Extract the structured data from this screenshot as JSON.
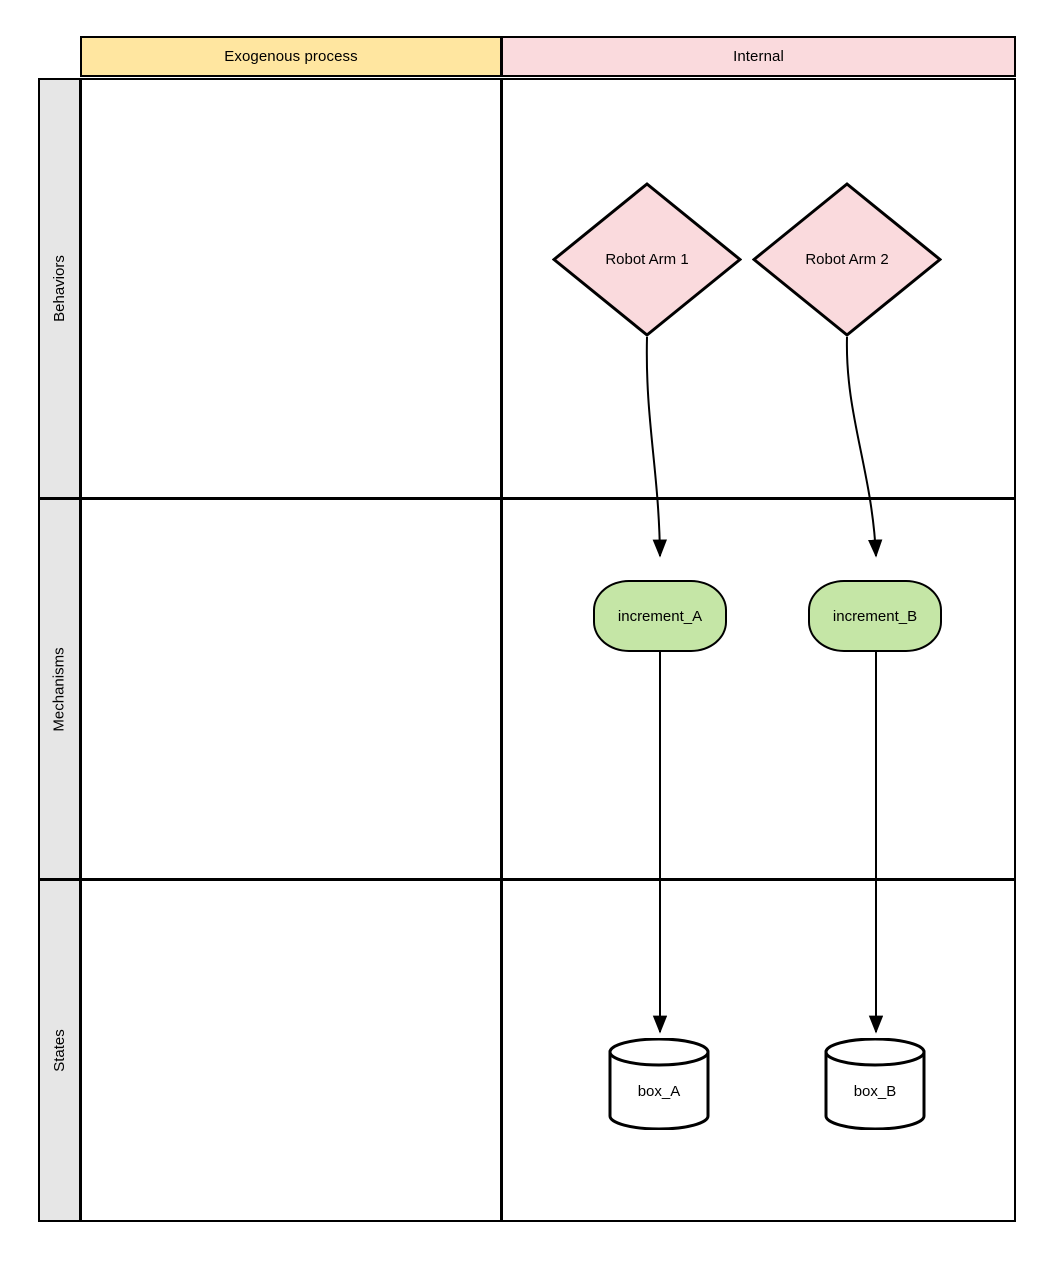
{
  "diagram": {
    "title": "",
    "columns": [
      {
        "id": "exogenous",
        "label": "Exogenous process",
        "color": "#ffe6a0"
      },
      {
        "id": "internal",
        "label": "Internal",
        "color": "#fadadd"
      }
    ],
    "rows": [
      {
        "id": "behaviors",
        "label": "Behaviors",
        "color": "#e6e6e6"
      },
      {
        "id": "mechanisms",
        "label": "Mechanisms",
        "color": "#e6e6e6"
      },
      {
        "id": "states",
        "label": "States",
        "color": "#e6e6e6"
      }
    ],
    "nodes": [
      {
        "id": "robot_arm_1",
        "label": "Robot Arm 1",
        "shape": "diamond",
        "fill": "#fadadd",
        "stroke": "#000000",
        "row": "behaviors",
        "column": "internal"
      },
      {
        "id": "robot_arm_2",
        "label": "Robot Arm 2",
        "shape": "diamond",
        "fill": "#fadadd",
        "stroke": "#000000",
        "row": "behaviors",
        "column": "internal"
      },
      {
        "id": "increment_a",
        "label": "increment_A",
        "shape": "rounded-rectangle",
        "fill": "#c5e6a6",
        "stroke": "#000000",
        "row": "mechanisms",
        "column": "internal"
      },
      {
        "id": "increment_b",
        "label": "increment_B",
        "shape": "rounded-rectangle",
        "fill": "#c5e6a6",
        "stroke": "#000000",
        "row": "mechanisms",
        "column": "internal"
      },
      {
        "id": "box_a",
        "label": "box_A",
        "shape": "cylinder",
        "fill": "#ffffff",
        "stroke": "#000000",
        "row": "states",
        "column": "internal"
      },
      {
        "id": "box_b",
        "label": "box_B",
        "shape": "cylinder",
        "fill": "#ffffff",
        "stroke": "#000000",
        "row": "states",
        "column": "internal"
      }
    ],
    "edges": [
      {
        "id": "edge_arm1_inc_a",
        "from": "robot_arm_1",
        "to": "increment_a",
        "style": "curved",
        "arrow": "filled-triangle"
      },
      {
        "id": "edge_arm2_inc_b",
        "from": "robot_arm_2",
        "to": "increment_b",
        "style": "curved",
        "arrow": "filled-triangle"
      },
      {
        "id": "edge_inc_a_box_a",
        "from": "increment_a",
        "to": "box_a",
        "style": "straight",
        "arrow": "filled-triangle"
      },
      {
        "id": "edge_inc_b_box_b",
        "from": "increment_b",
        "to": "box_b",
        "style": "straight",
        "arrow": "filled-triangle"
      }
    ],
    "colors": {
      "border": "#000000",
      "canvas": "#ffffff",
      "header_exogenous": "#ffe6a0",
      "header_internal": "#fadadd",
      "row_label": "#e6e6e6",
      "mechanism_fill": "#c5e6a6",
      "behavior_fill": "#fadadd"
    }
  }
}
